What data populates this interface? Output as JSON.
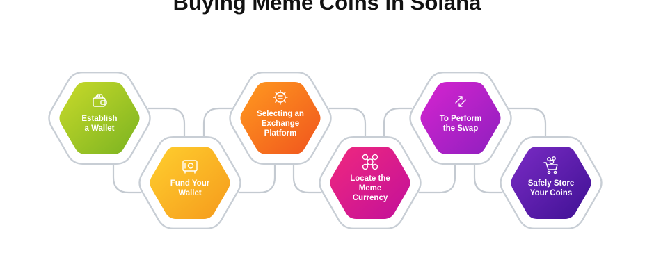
{
  "title": "Buying Meme Coins in Solana",
  "steps": [
    {
      "lines": [
        "Establish",
        "a Wallet"
      ],
      "icon": "wallet-icon",
      "colors": [
        "#c9da2a",
        "#7ab321"
      ]
    },
    {
      "lines": [
        "Fund Your",
        "Wallet"
      ],
      "icon": "safe-icon",
      "colors": [
        "#ffcf2e",
        "#f59a1c"
      ]
    },
    {
      "lines": [
        "Selecting an",
        "Exchange",
        "Platform"
      ],
      "icon": "exchange-gear-icon",
      "colors": [
        "#ff9a1f",
        "#f0541e"
      ]
    },
    {
      "lines": [
        "Locate the",
        "Meme",
        "Currency"
      ],
      "icon": "currency-network-icon",
      "colors": [
        "#f0287e",
        "#c2109a"
      ]
    },
    {
      "lines": [
        "To Perform",
        "the Swap"
      ],
      "icon": "swap-arrows-icon",
      "colors": [
        "#d624cf",
        "#8e1fbf"
      ]
    },
    {
      "lines": [
        "Safely Store",
        "Your Coins"
      ],
      "icon": "coin-cart-icon",
      "colors": [
        "#7a2bc4",
        "#3f1194"
      ]
    }
  ]
}
